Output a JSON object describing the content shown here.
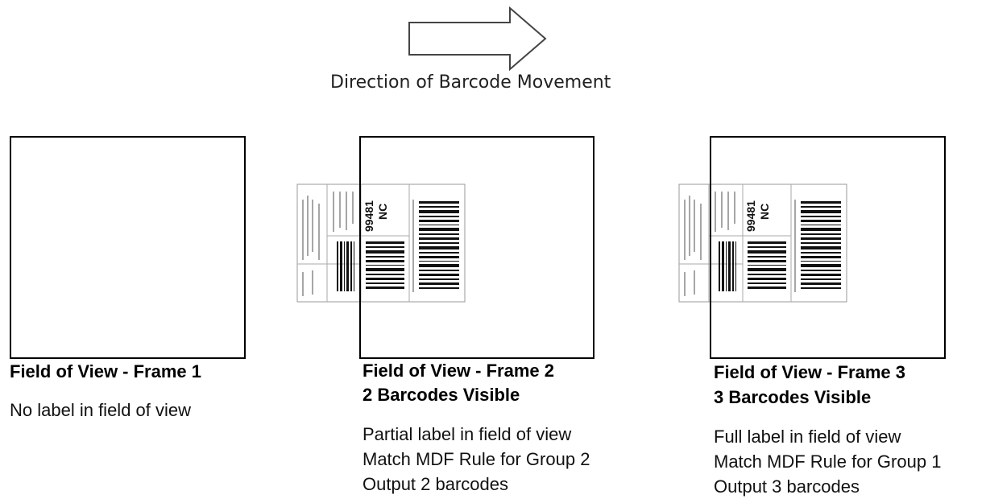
{
  "header": {
    "caption": "Direction of Barcode Movement",
    "arrow_icon": "right-arrow-icon"
  },
  "frames": [
    {
      "title": "Field of View - Frame 1",
      "subtitle": "",
      "lines": [
        "No label in field of view"
      ]
    },
    {
      "title": "Field of View - Frame 2",
      "subtitle": "2 Barcodes Visible",
      "lines": [
        "Partial label in field of view",
        "Match MDF Rule for Group 2",
        "Output 2 barcodes"
      ]
    },
    {
      "title": "Field of View - Frame 3",
      "subtitle": "3 Barcodes Visible",
      "lines": [
        "Full label in field of view",
        "Match MDF Rule for Group 1",
        "Output 3 barcodes"
      ]
    }
  ],
  "shipping_label": {
    "code": "99481",
    "state": "NC"
  }
}
